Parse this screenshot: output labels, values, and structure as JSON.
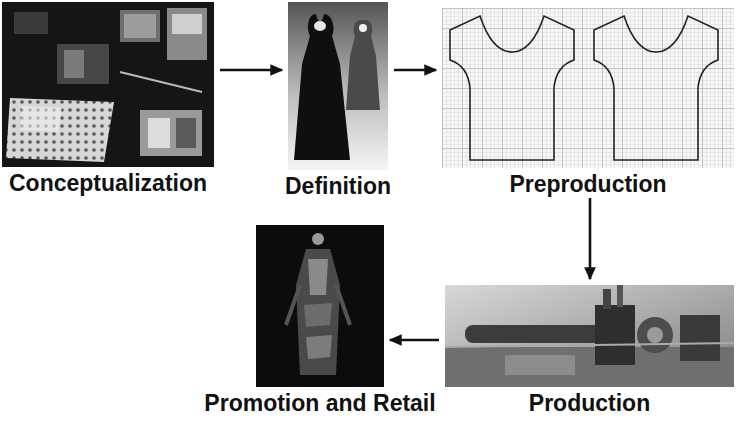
{
  "diagram": {
    "nodes": [
      {
        "text": [
          "Conceptualization"
        ]
      },
      {
        "text": [
          "Definition"
        ]
      },
      {
        "text": [
          "Preproduction"
        ]
      },
      {
        "text": [
          "Production"
        ]
      },
      {
        "text": [
          "Promotion and Retail"
        ]
      }
    ],
    "edges": [
      {
        "from": 0,
        "to": 1,
        "arrow": "to"
      },
      {
        "from": 1,
        "to": 2,
        "arrow": "to"
      },
      {
        "from": 2,
        "to": 3,
        "arrow": "to"
      },
      {
        "from": 3,
        "to": 4,
        "arrow": "to"
      }
    ]
  }
}
